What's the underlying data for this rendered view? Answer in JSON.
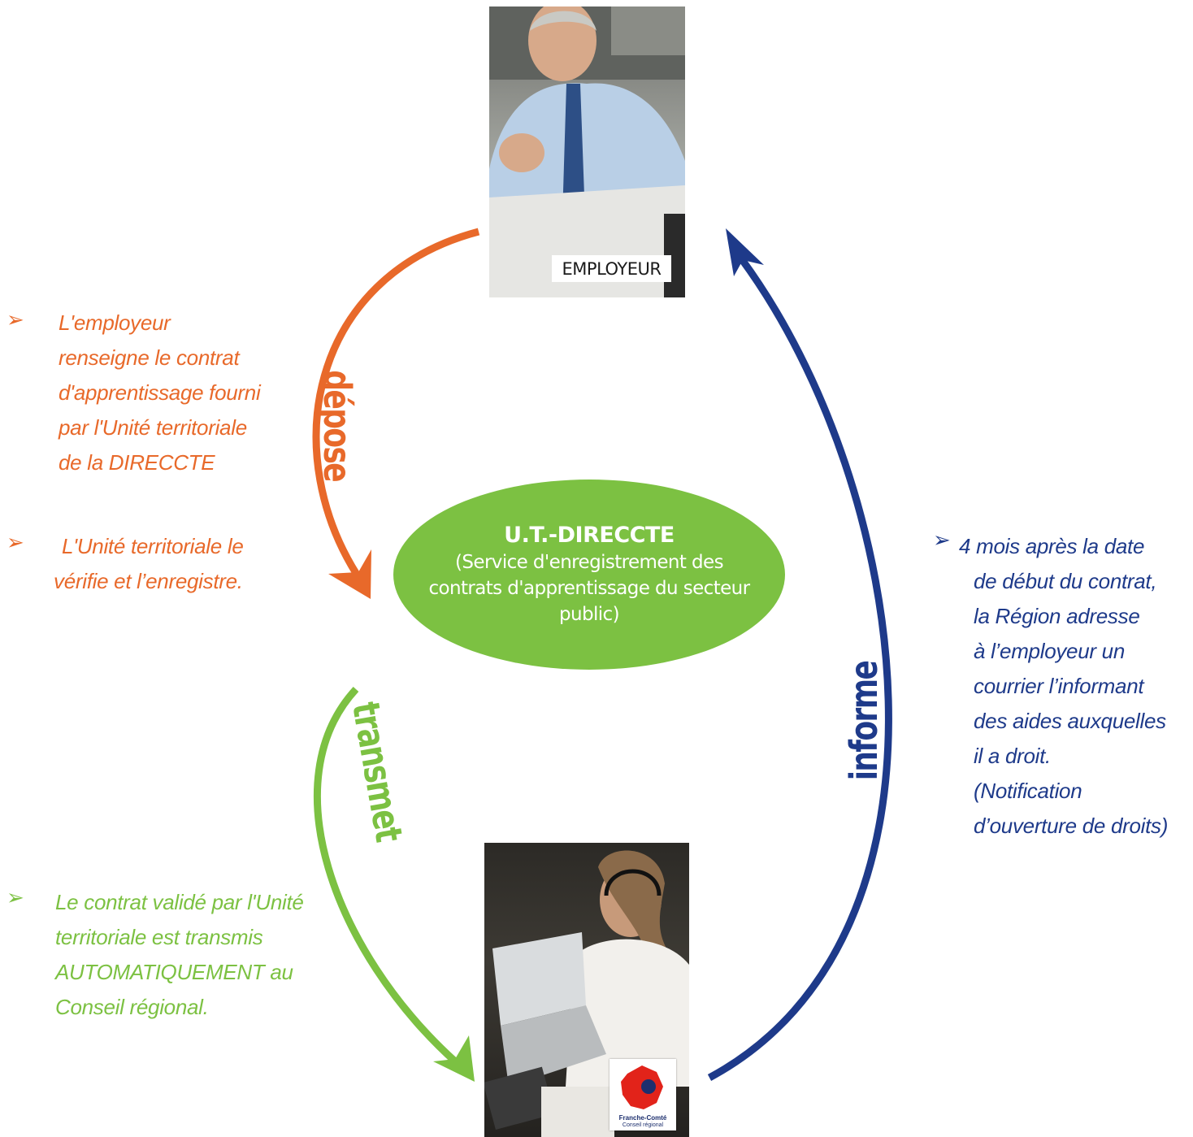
{
  "employer": {
    "label": "EMPLOYEUR"
  },
  "region": {
    "logo_line1": "Franche-Comté",
    "logo_line2": "Conseil régional"
  },
  "center": {
    "title": "U.T.-DIRECCTE",
    "description": "(Service d'enregistrement des contrats d'apprentissage du secteur public)"
  },
  "verbs": {
    "depose": "dépose",
    "transmet": "transmet",
    "informe": "informe"
  },
  "notes": {
    "bullet": "➢",
    "depose": [
      "L'employeur",
      "renseigne le contrat",
      "d'apprentissage fourni",
      "par l'Unité territoriale",
      "de la DIRECCTE"
    ],
    "verifie": [
      "L'Unité territoriale le",
      "vérifie et l’enregistre."
    ],
    "transmet": [
      "Le contrat validé par l'Unité",
      "territoriale est transmis",
      "AUTOMATIQUEMENT au",
      "Conseil régional."
    ],
    "informe": [
      "4 mois après la date",
      "de début du contrat,",
      "la Région adresse",
      "à l’employeur un",
      "courrier l’informant",
      "des aides auxquelles",
      "il a droit.",
      "(Notification",
      "d’ouverture de droits)"
    ]
  },
  "colors": {
    "orange": "#e8692a",
    "green": "#7cc142",
    "blue": "#1e3a8a"
  }
}
